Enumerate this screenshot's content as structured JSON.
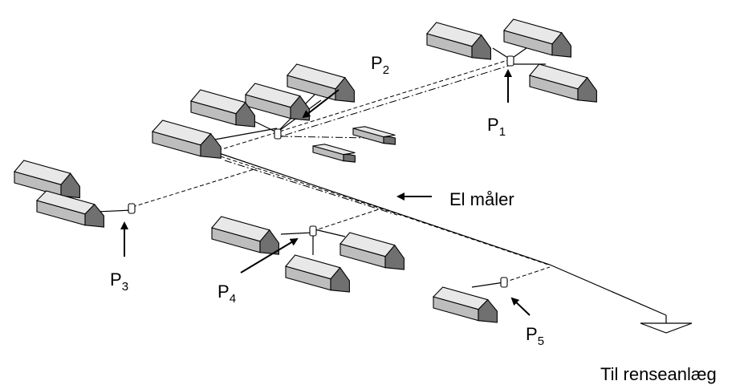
{
  "labels": {
    "p1": {
      "letter": "P",
      "sub": "1"
    },
    "p2": {
      "letter": "P",
      "sub": "2"
    },
    "p3": {
      "letter": "P",
      "sub": "3"
    },
    "p4": {
      "letter": "P",
      "sub": "4"
    },
    "p5": {
      "letter": "P",
      "sub": "5"
    },
    "el_meter": "El måler",
    "treatment": "Til renseanlæg"
  },
  "colors": {
    "roof_light": "#e8e8e8",
    "roof_dark": "#707070",
    "wall": "#bdbdbd",
    "outline": "#000000"
  }
}
